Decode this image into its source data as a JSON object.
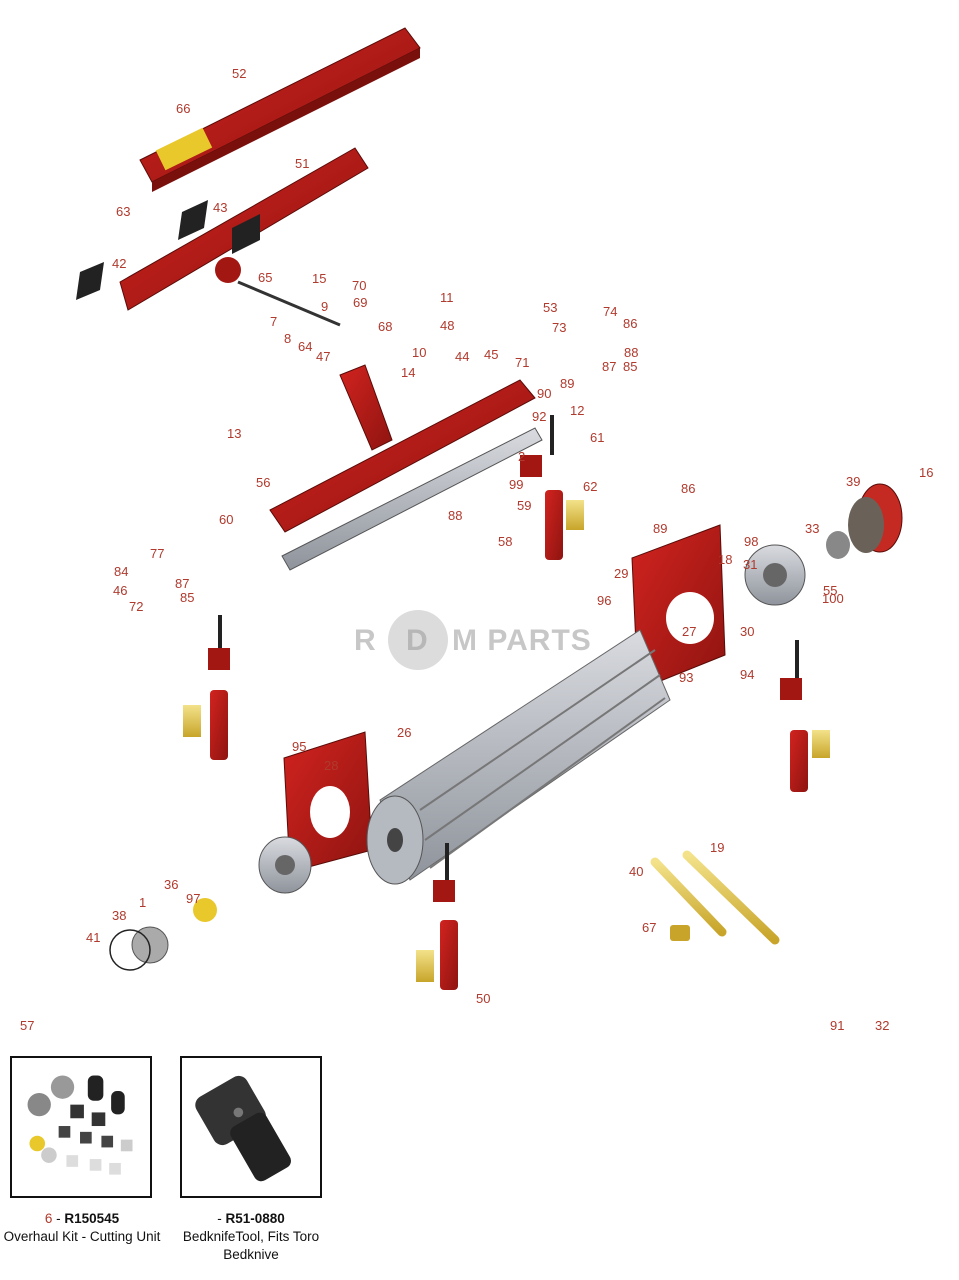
{
  "watermark": {
    "left": "R",
    "mid": "D",
    "right": "M PARTS"
  },
  "callouts": [
    "52",
    "66",
    "51",
    "63",
    "43",
    "42",
    "65",
    "15",
    "70",
    "69",
    "9",
    "7",
    "8",
    "64",
    "47",
    "68",
    "10",
    "11",
    "48",
    "53",
    "73",
    "74",
    "86",
    "88",
    "85",
    "87",
    "89",
    "71",
    "90",
    "44",
    "45",
    "14",
    "13",
    "12",
    "92",
    "61",
    "2",
    "99",
    "62",
    "59",
    "58",
    "56",
    "60",
    "77",
    "46",
    "84",
    "72",
    "85",
    "87",
    "88",
    "86",
    "89",
    "18",
    "96",
    "27",
    "29",
    "30",
    "31",
    "94",
    "93",
    "98",
    "33",
    "55",
    "39",
    "16",
    "100",
    "95",
    "28",
    "26",
    "97",
    "36",
    "1",
    "38",
    "41",
    "40",
    "19",
    "67",
    "50",
    "91",
    "32",
    "57"
  ],
  "kits": [
    {
      "num": "6",
      "sep": " - ",
      "part": "R150545",
      "desc": [
        "Overhaul Kit - Cutting Unit"
      ]
    },
    {
      "num": "",
      "sep": "- ",
      "part": "R51-0880",
      "desc": [
        "BedknifeTool, Fits Toro",
        "Bedknive"
      ]
    }
  ]
}
